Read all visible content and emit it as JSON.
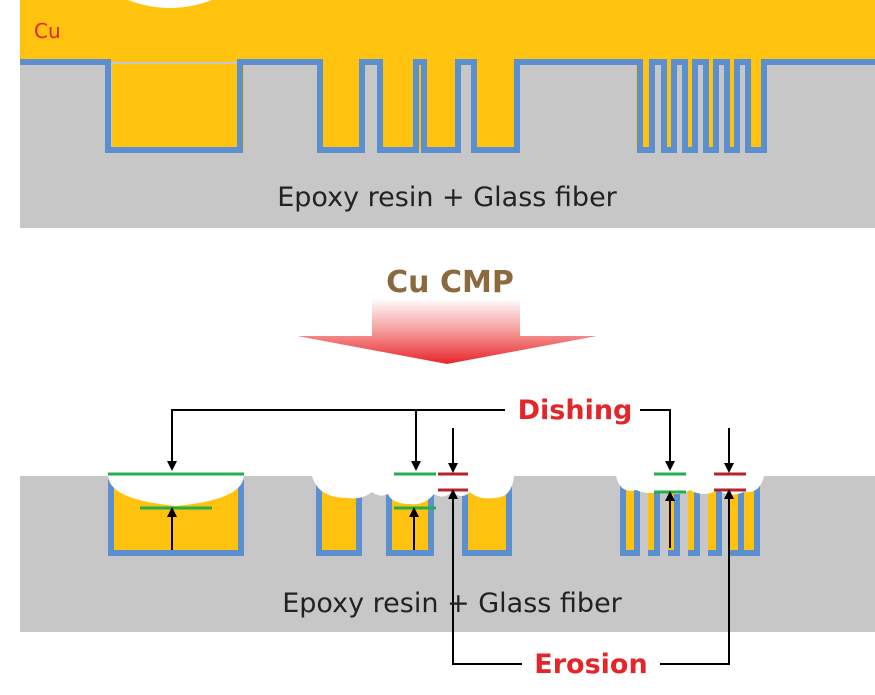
{
  "top_diagram": {
    "cu_label": "Cu",
    "substrate_label": "Epoxy resin + Glass fiber"
  },
  "process": {
    "label": "Cu CMP"
  },
  "bottom_diagram": {
    "substrate_label": "Epoxy resin + Glass fiber",
    "dishing_label": "Dishing",
    "erosion_label": "Erosion"
  },
  "colors": {
    "copper": "#FFC20E",
    "barrier": "#5B8FD0",
    "substrate": "#C7C7C7",
    "label_red": "#E3262A",
    "process_text": "#8A6A3E",
    "arrow_red": "#E8262A",
    "marker_green": "#22B04B",
    "marker_red": "#B5222A"
  }
}
